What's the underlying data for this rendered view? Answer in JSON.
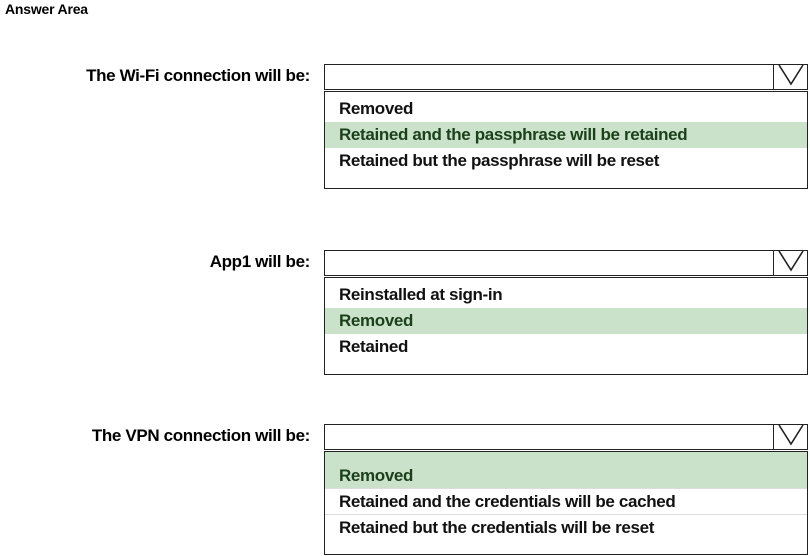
{
  "page": {
    "title": "Answer Area"
  },
  "icons": {
    "dropdown_arrow": "chevron-down-icon"
  },
  "colors": {
    "selected_background": "#c9e2c9",
    "selected_text": "#1c3f1c",
    "border": "#222222",
    "background": "#ffffff",
    "text": "#111111"
  },
  "questions": [
    {
      "id": "wifi",
      "label": "The Wi-Fi connection will be:",
      "selected_value": "",
      "expanded": true,
      "options": [
        {
          "label": "Removed",
          "selected": false
        },
        {
          "label": "Retained and the passphrase will be retained",
          "selected": true
        },
        {
          "label": "Retained but the passphrase will be reset",
          "selected": false
        }
      ]
    },
    {
      "id": "app1",
      "label": "App1 will be:",
      "selected_value": "",
      "expanded": true,
      "options": [
        {
          "label": "Reinstalled at sign-in",
          "selected": false
        },
        {
          "label": "Removed",
          "selected": true
        },
        {
          "label": "Retained",
          "selected": false
        }
      ]
    },
    {
      "id": "vpn",
      "label": "The VPN connection will be:",
      "selected_value": "",
      "expanded": true,
      "options": [
        {
          "label": "Removed",
          "selected": true
        },
        {
          "label": "Retained and the credentials will be cached",
          "selected": false
        },
        {
          "label": "Retained but the credentials will be reset",
          "selected": false
        }
      ]
    }
  ]
}
